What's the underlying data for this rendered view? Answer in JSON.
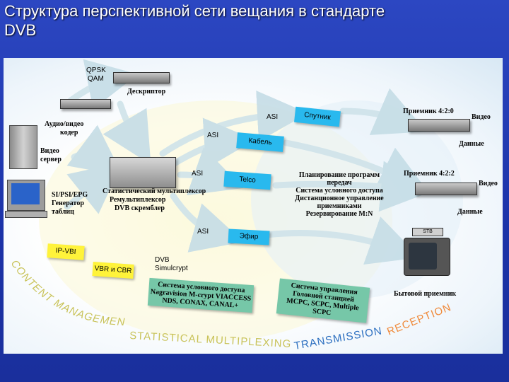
{
  "title_line1": "Структура перспективной сети вещания в стандарте",
  "title_line2": "DVB",
  "labels": {
    "qpsk": "QPSK",
    "qam": "QAM",
    "descriptor": "Дескриптор",
    "av_coder_1": "Аудио/видео",
    "av_coder_2": "кодер",
    "video_server_1": "Видео",
    "video_server_2": "сервер",
    "si_gen_1": "SI/PSI/EPG",
    "si_gen_2": "Генератор",
    "si_gen_3": "таблиц",
    "mux_1": "Статистический мультиплексор",
    "mux_2": "Ремультиплексор",
    "mux_3": "DVB скремблер",
    "asi_1": "ASI",
    "asi_2": "ASI",
    "asi_3": "ASI",
    "asi_4": "ASI",
    "satellite": "Спутник",
    "cable": "Кабель",
    "telco": "Telco",
    "air": "Эфир",
    "planning_1": "Планирование программ",
    "planning_2": "передач",
    "planning_3": "Система условного доступа",
    "planning_4": "Дистанционное управление",
    "planning_5": "приемниками",
    "planning_6": "Резервирование M:N",
    "receiver1": "Приемник 4:2:0",
    "video1": "Видео",
    "data1": "Данные",
    "receiver2": "Приемник 4:2:2",
    "video2": "Видео",
    "data2": "Данные",
    "ip_vbi": "IP-VBI",
    "vbr_cbr": "VBR и CBR",
    "simulcrypt_1": "DVB",
    "simulcrypt_2": "Simulcrypt",
    "ca_1": "Система условного доступа",
    "ca_2": "Nagravision M-crypt VIACCESS",
    "ca_3": "NDS, CONAX, CANAL+",
    "mgmt_1": "Система управления",
    "mgmt_2": "Головной станцией",
    "mgmt_3": "MCPC, SCPC, Multiple SCPC",
    "home_receiver": "Бытовой приемник",
    "stb": "STB"
  },
  "banners": {
    "content_management": "CONTENT MANAGEMENT",
    "statistical_multiplexing": "STATISTICAL MULTIPLEXING",
    "transmission": "TRANSMISSION",
    "reception": "RECEPTION"
  },
  "colors": {
    "background": "#2036b4",
    "arrow": "#cfe3ea",
    "cyan_box": "#29b9ee",
    "yellow_box": "#fff33a",
    "green_box": "#76c7a8",
    "banner_yellow": "#c9c35a",
    "banner_blue": "#2c6fc0",
    "banner_orange": "#f08a3a"
  }
}
